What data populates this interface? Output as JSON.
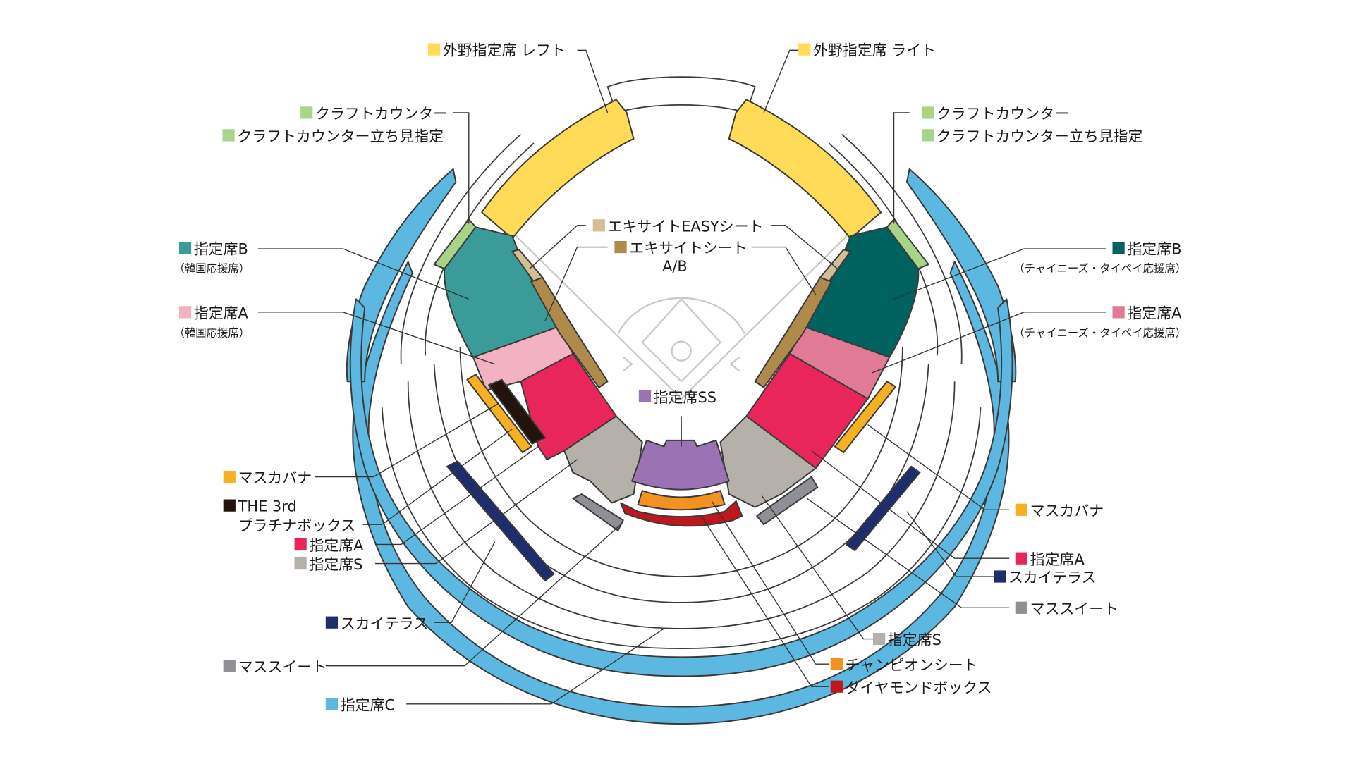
{
  "diagram": {
    "type": "stadium-seating-map",
    "legend": [
      {
        "id": "outfield_left",
        "label": "外野指定席 レフト",
        "color": "#FFDB58"
      },
      {
        "id": "outfield_right",
        "label": "外野指定席 ライト",
        "color": "#FFDB58"
      },
      {
        "id": "craft_counter_l",
        "label": "クラフトカウンター",
        "color": "#A8D48A"
      },
      {
        "id": "craft_standing_l",
        "label": "クラフトカウンター立ち見指定",
        "color": "#A8D48A"
      },
      {
        "id": "craft_counter_r",
        "label": "クラフトカウンター",
        "color": "#A8D48A"
      },
      {
        "id": "craft_standing_r",
        "label": "クラフトカウンター立ち見指定",
        "color": "#A8D48A"
      },
      {
        "id": "excite_easy",
        "label": "エキサイトEASYシート",
        "color": "#D4BE95"
      },
      {
        "id": "excite_ab",
        "label": "エキサイトシート",
        "sub": "A/B",
        "color": "#B08A4C"
      },
      {
        "id": "b_left",
        "label": "指定席B",
        "sub": "（韓国応援席）",
        "color": "#3A9B98"
      },
      {
        "id": "a_left",
        "label": "指定席A",
        "sub": "（韓国応援席）",
        "color": "#F2B2C2"
      },
      {
        "id": "b_right",
        "label": "指定席B",
        "sub": "（チャイニーズ・タイペイ応援席）",
        "color": "#00625F"
      },
      {
        "id": "a_right",
        "label": "指定席A",
        "sub": "（チャイニーズ・タイペイ応援席）",
        "color": "#E07A95"
      },
      {
        "id": "ss",
        "label": "指定席SS",
        "color": "#9B72B3"
      },
      {
        "id": "masukabana_l",
        "label": "マスカバナ",
        "color": "#F5B121"
      },
      {
        "id": "the3rd_l1",
        "label": "THE 3rd",
        "color": "#22140C"
      },
      {
        "id": "the3rd_l2",
        "label": "プラチナボックス"
      },
      {
        "id": "a_red_l",
        "label": "指定席A",
        "color": "#E8265A"
      },
      {
        "id": "s_l",
        "label": "指定席S",
        "color": "#B5B1AA"
      },
      {
        "id": "skyterrace_l",
        "label": "スカイテラス",
        "color": "#1E2D6B"
      },
      {
        "id": "masusuite_l",
        "label": "マススイート",
        "color": "#8F9095"
      },
      {
        "id": "c",
        "label": "指定席C",
        "color": "#5CB8E0"
      },
      {
        "id": "masukabana_r",
        "label": "マスカバナ",
        "color": "#F5B121"
      },
      {
        "id": "a_red_r",
        "label": "指定席A",
        "color": "#E8265A"
      },
      {
        "id": "skyterrace_r",
        "label": "スカイテラス",
        "color": "#1E2D6B"
      },
      {
        "id": "masusuite_r",
        "label": "マススイート",
        "color": "#8F9095"
      },
      {
        "id": "s_r",
        "label": "指定席S",
        "color": "#B5B1AA"
      },
      {
        "id": "champion",
        "label": "チャンピオンシート",
        "color": "#F39220"
      },
      {
        "id": "diamond",
        "label": "ダイヤモンドボックス",
        "color": "#C0171F"
      }
    ]
  }
}
